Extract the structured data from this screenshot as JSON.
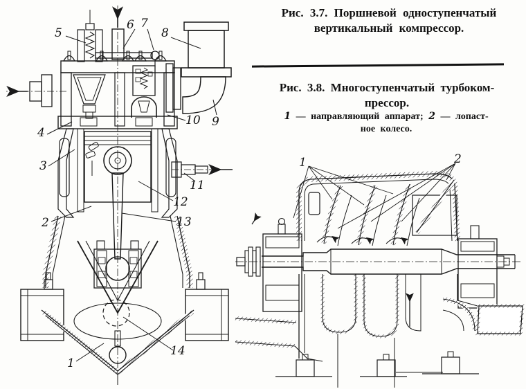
{
  "page": {
    "background": "#fdfdfb",
    "ink_color": "#1a1a1a"
  },
  "fig37": {
    "caption_line1": "Рис. 3.7. Поршневой одноступенчатый",
    "caption_line2": "вертикальный компрессор.",
    "labels": {
      "n1": "1",
      "n2": "2",
      "n3": "3",
      "n4": "4",
      "n5": "5",
      "n6": "6",
      "n7": "7",
      "n8": "8",
      "n9": "9",
      "n10": "10",
      "n11": "11",
      "n12": "12",
      "n13": "13",
      "n14": "14"
    }
  },
  "fig38": {
    "caption_line1": "Рис. 3.8. Многоступенчатый турбоком-",
    "caption_line2": "прессор.",
    "legend": {
      "item1_num": "1",
      "item1_text": " — направляющий аппарат; ",
      "item2_num": "2",
      "item2_text": " — лопаст-",
      "line2": "ное колесо."
    },
    "labels": {
      "n1": "1",
      "n2": "2"
    }
  }
}
